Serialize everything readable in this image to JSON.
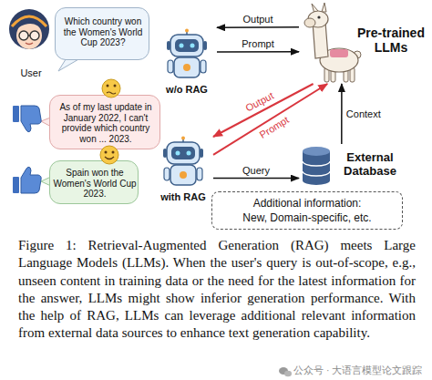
{
  "diagram": {
    "caption": "Figure 1: Retrieval-Augmented Generation (RAG) meets Large Language Models (LLMs). When the user's query is out-of-scope, e.g., unseen content in training data or the need for the latest information for the answer, LLMs might show inferior generation performance. With the help of RAG, LLMs can leverage additional relevant information from external data sources to enhance text generation capability.",
    "nodes": [
      {
        "text": [
          "User"
        ]
      },
      {
        "text": [
          "Which country won the Women's World Cup 2023?"
        ]
      },
      {
        "text": [
          "w/o RAG"
        ]
      },
      {
        "text": [
          "Pre-trained LLMs"
        ]
      },
      {
        "text": [
          "As of my last update in January 2022, I can't provide which country won ... 2023."
        ]
      },
      {
        "text": [
          "Spain won the Women's World Cup 2023."
        ]
      },
      {
        "text": [
          "with RAG"
        ]
      },
      {
        "text": [
          "External Database"
        ]
      },
      {
        "text": [
          "Additional information:",
          "New, Domain-specific, etc."
        ]
      }
    ],
    "edges": [
      {
        "from": 3,
        "to": 2,
        "label": "Output",
        "arrow": "to"
      },
      {
        "from": 2,
        "to": 3,
        "label": "Prompt",
        "arrow": "to"
      },
      {
        "from": 3,
        "to": 6,
        "label": "Output",
        "arrow": "to"
      },
      {
        "from": 6,
        "to": 3,
        "label": "Prompt",
        "arrow": "to"
      },
      {
        "from": 7,
        "to": 3,
        "label": "Context",
        "arrow": "to"
      },
      {
        "from": 6,
        "to": 7,
        "label": "Query",
        "arrow": "to"
      }
    ],
    "labels": [
      "公众号 · 大语言模型论文跟踪"
    ]
  }
}
